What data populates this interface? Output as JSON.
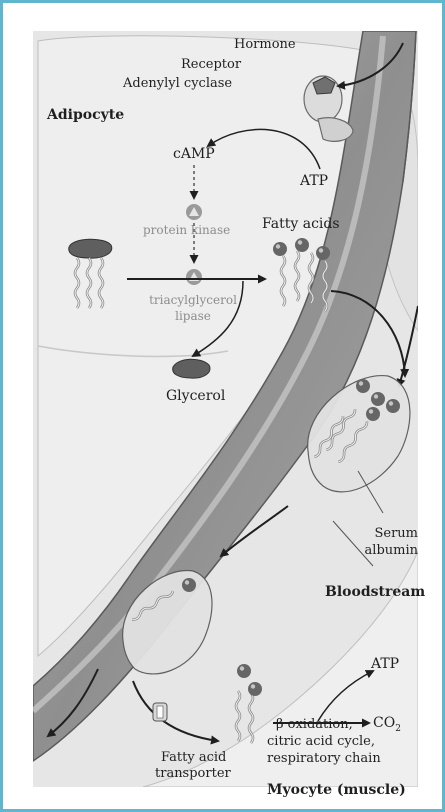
{
  "labels": {
    "hormone": "Hormone",
    "receptor": "Receptor",
    "adenylyl_cyclase": "Adenylyl cyclase",
    "adipocyte": "Adipocyte",
    "camp": "cAMP",
    "atp_top": "ATP",
    "protein_kinase": "protein kinase",
    "fatty_acids": "Fatty acids",
    "tag_lipase_1": "triacylglycerol",
    "tag_lipase_2": "lipase",
    "glycerol": "Glycerol",
    "serum_albumin_1": "Serum",
    "serum_albumin_2": "albumin",
    "bloodstream": "Bloodstream",
    "atp_bottom": "ATP",
    "beta_oxidation": "β oxidation,",
    "citric_acid": "citric acid cycle,",
    "respiratory": "respiratory chain",
    "co2_base": "CO",
    "co2_sub": "2",
    "transporter_1": "Fatty acid",
    "transporter_2": "transporter",
    "myocyte": "Myocyte (muscle)"
  },
  "colors": {
    "frame_border": "#5fb7cf",
    "vessel_fill": "#9c9c9c",
    "cell_fill": "#e8e8e8",
    "ink": "#1f1f1f",
    "muted_text": "#8c8c8c"
  },
  "icons": [
    "hormone-icon",
    "receptor-icon",
    "adenylyl-cyclase-icon",
    "protein-kinase-icon",
    "triacylglycerol-icon",
    "fatty-acid-icon",
    "glycerol-icon",
    "albumin-icon",
    "transporter-icon"
  ]
}
